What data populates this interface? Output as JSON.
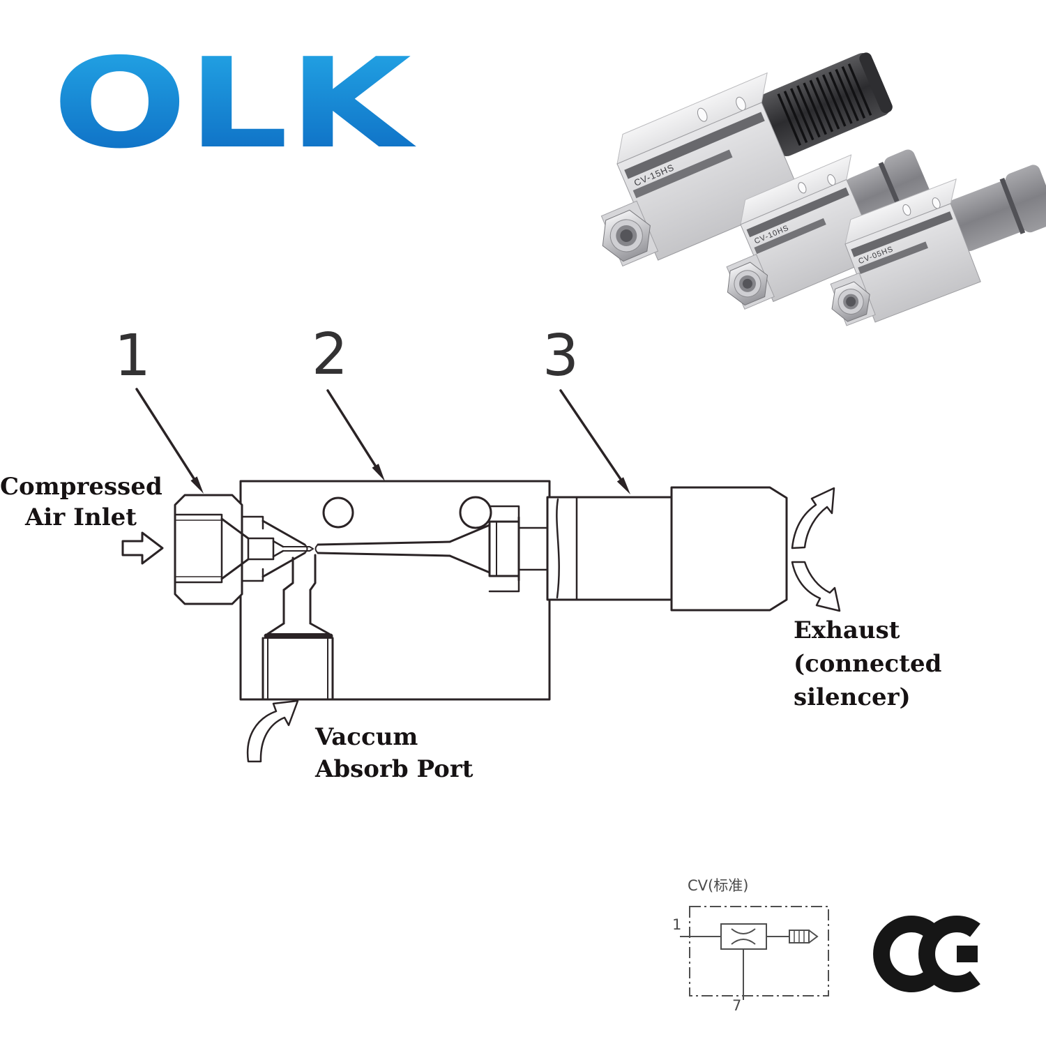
{
  "brand": {
    "name": "OLK"
  },
  "photo": {
    "products": [
      {
        "model": "CV-15HS"
      },
      {
        "model": "CV-10HS"
      },
      {
        "model": "CV-05HS"
      }
    ]
  },
  "callouts": [
    {
      "label": "1"
    },
    {
      "label": "2"
    },
    {
      "label": "3"
    }
  ],
  "labels": {
    "inlet": {
      "line1": "Compressed",
      "line2": "Air Inlet"
    },
    "exhaust": {
      "line1": "Exhaust",
      "line2": "(connected silencer)"
    },
    "vacuum": {
      "line1": "Vaccum",
      "line2": "Absorb Port"
    }
  },
  "schematic": {
    "title": "CV(标准)",
    "port_inlet": "1",
    "port_vacuum": "7"
  },
  "certification": {
    "mark": "CE"
  },
  "colors": {
    "logo_top": "#25aae8",
    "logo_bottom": "#0b67c0",
    "line": "#2a2325",
    "schematic_line": "#4e4e4e"
  }
}
